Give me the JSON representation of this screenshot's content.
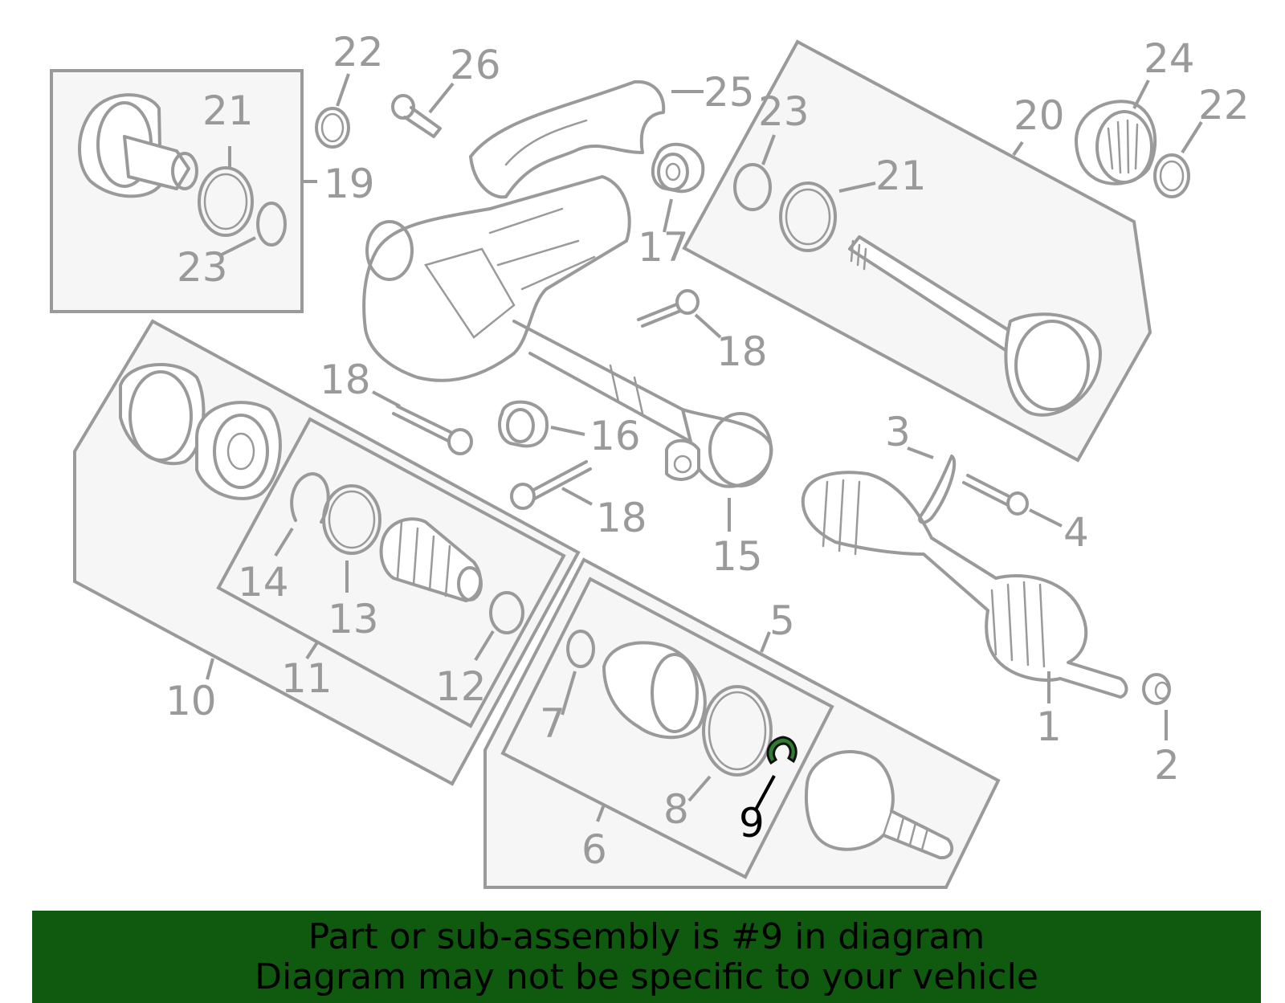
{
  "callouts": {
    "c1": "1",
    "c2": "2",
    "c3": "3",
    "c4": "4",
    "c5": "5",
    "c6": "6",
    "c7": "7",
    "c8": "8",
    "c9": "9",
    "c10": "10",
    "c11": "11",
    "c12": "12",
    "c13": "13",
    "c14": "14",
    "c15": "15",
    "c16": "16",
    "c17": "17",
    "c18a": "18",
    "c18b": "18",
    "c18c": "18",
    "c19": "19",
    "c20": "20",
    "c21a": "21",
    "c21b": "21",
    "c22a": "22",
    "c22b": "22",
    "c23a": "23",
    "c23b": "23",
    "c24": "24",
    "c25": "25",
    "c26": "26"
  },
  "highlighted_part": "9",
  "colors": {
    "highlight": "#2e7d32",
    "banner": "#0f5a0f",
    "line_art": "#9a9a9a"
  },
  "banner": {
    "line1": "Part or sub-assembly is #9 in diagram",
    "line2": "Diagram may not be specific to your vehicle"
  }
}
